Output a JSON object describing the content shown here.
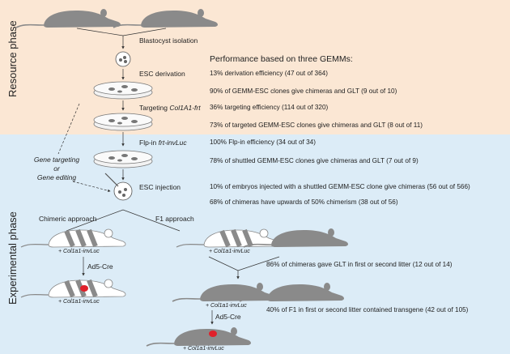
{
  "phases": {
    "resource": "Resource phase",
    "experimental": "Experimental phase"
  },
  "steps": {
    "blastocyst": "Blastocyst isolation",
    "esc_derivation": "ESC derivation",
    "targeting_prefix": "Targeting",
    "targeting_italic": "Col1A1-frt",
    "flp_prefix": "Flp-in",
    "flp_italic": "frt-invLuc",
    "esc_injection": "ESC injection",
    "gene_targeting_line1": "Gene targeting",
    "gene_targeting_or": "or",
    "gene_targeting_line2": "Gene editing",
    "chimeric_approach": "Chimeric approach",
    "f1_approach": "F1 approach",
    "ad5cre_left": "Ad5-Cre",
    "ad5cre_bottom": "Ad5-Cre"
  },
  "caption_label": "+ Col1a1-invLuc",
  "performance": {
    "title": "Performance based on three GEMMs:",
    "rows": [
      "13% derivation efficiency (47 out of 364)",
      "90% of GEMM-ESC clones give chimeras and GLT (9 out of 10)",
      "36% targeting efficiency (114 out of 320)",
      "73% of targeted GEMM-ESC clones give chimeras and GLT (8 out of 11)",
      "100% Flp-in efficiency (34 out of 34)",
      "78% of shuttled GEMM-ESC clones give chimeras and GLT (7 out of 9)",
      "10% of embryos injected with a shuttled GEMM-ESC clone give chimeras (56 out of 566)",
      "68% of chimeras have upwards of 50% chimerism (38 out of 56)",
      "86% of chimeras gave GLT in first or second litter (12 out of 14)",
      "40% of F1 in first or second litter contained transgene (42 out of 105)"
    ]
  },
  "colors": {
    "resource_bg": "#fbe7d4",
    "experimental_bg": "#dcecf7",
    "mouse_gray": "#8a8a8a",
    "tumor_red": "#e0202a"
  }
}
